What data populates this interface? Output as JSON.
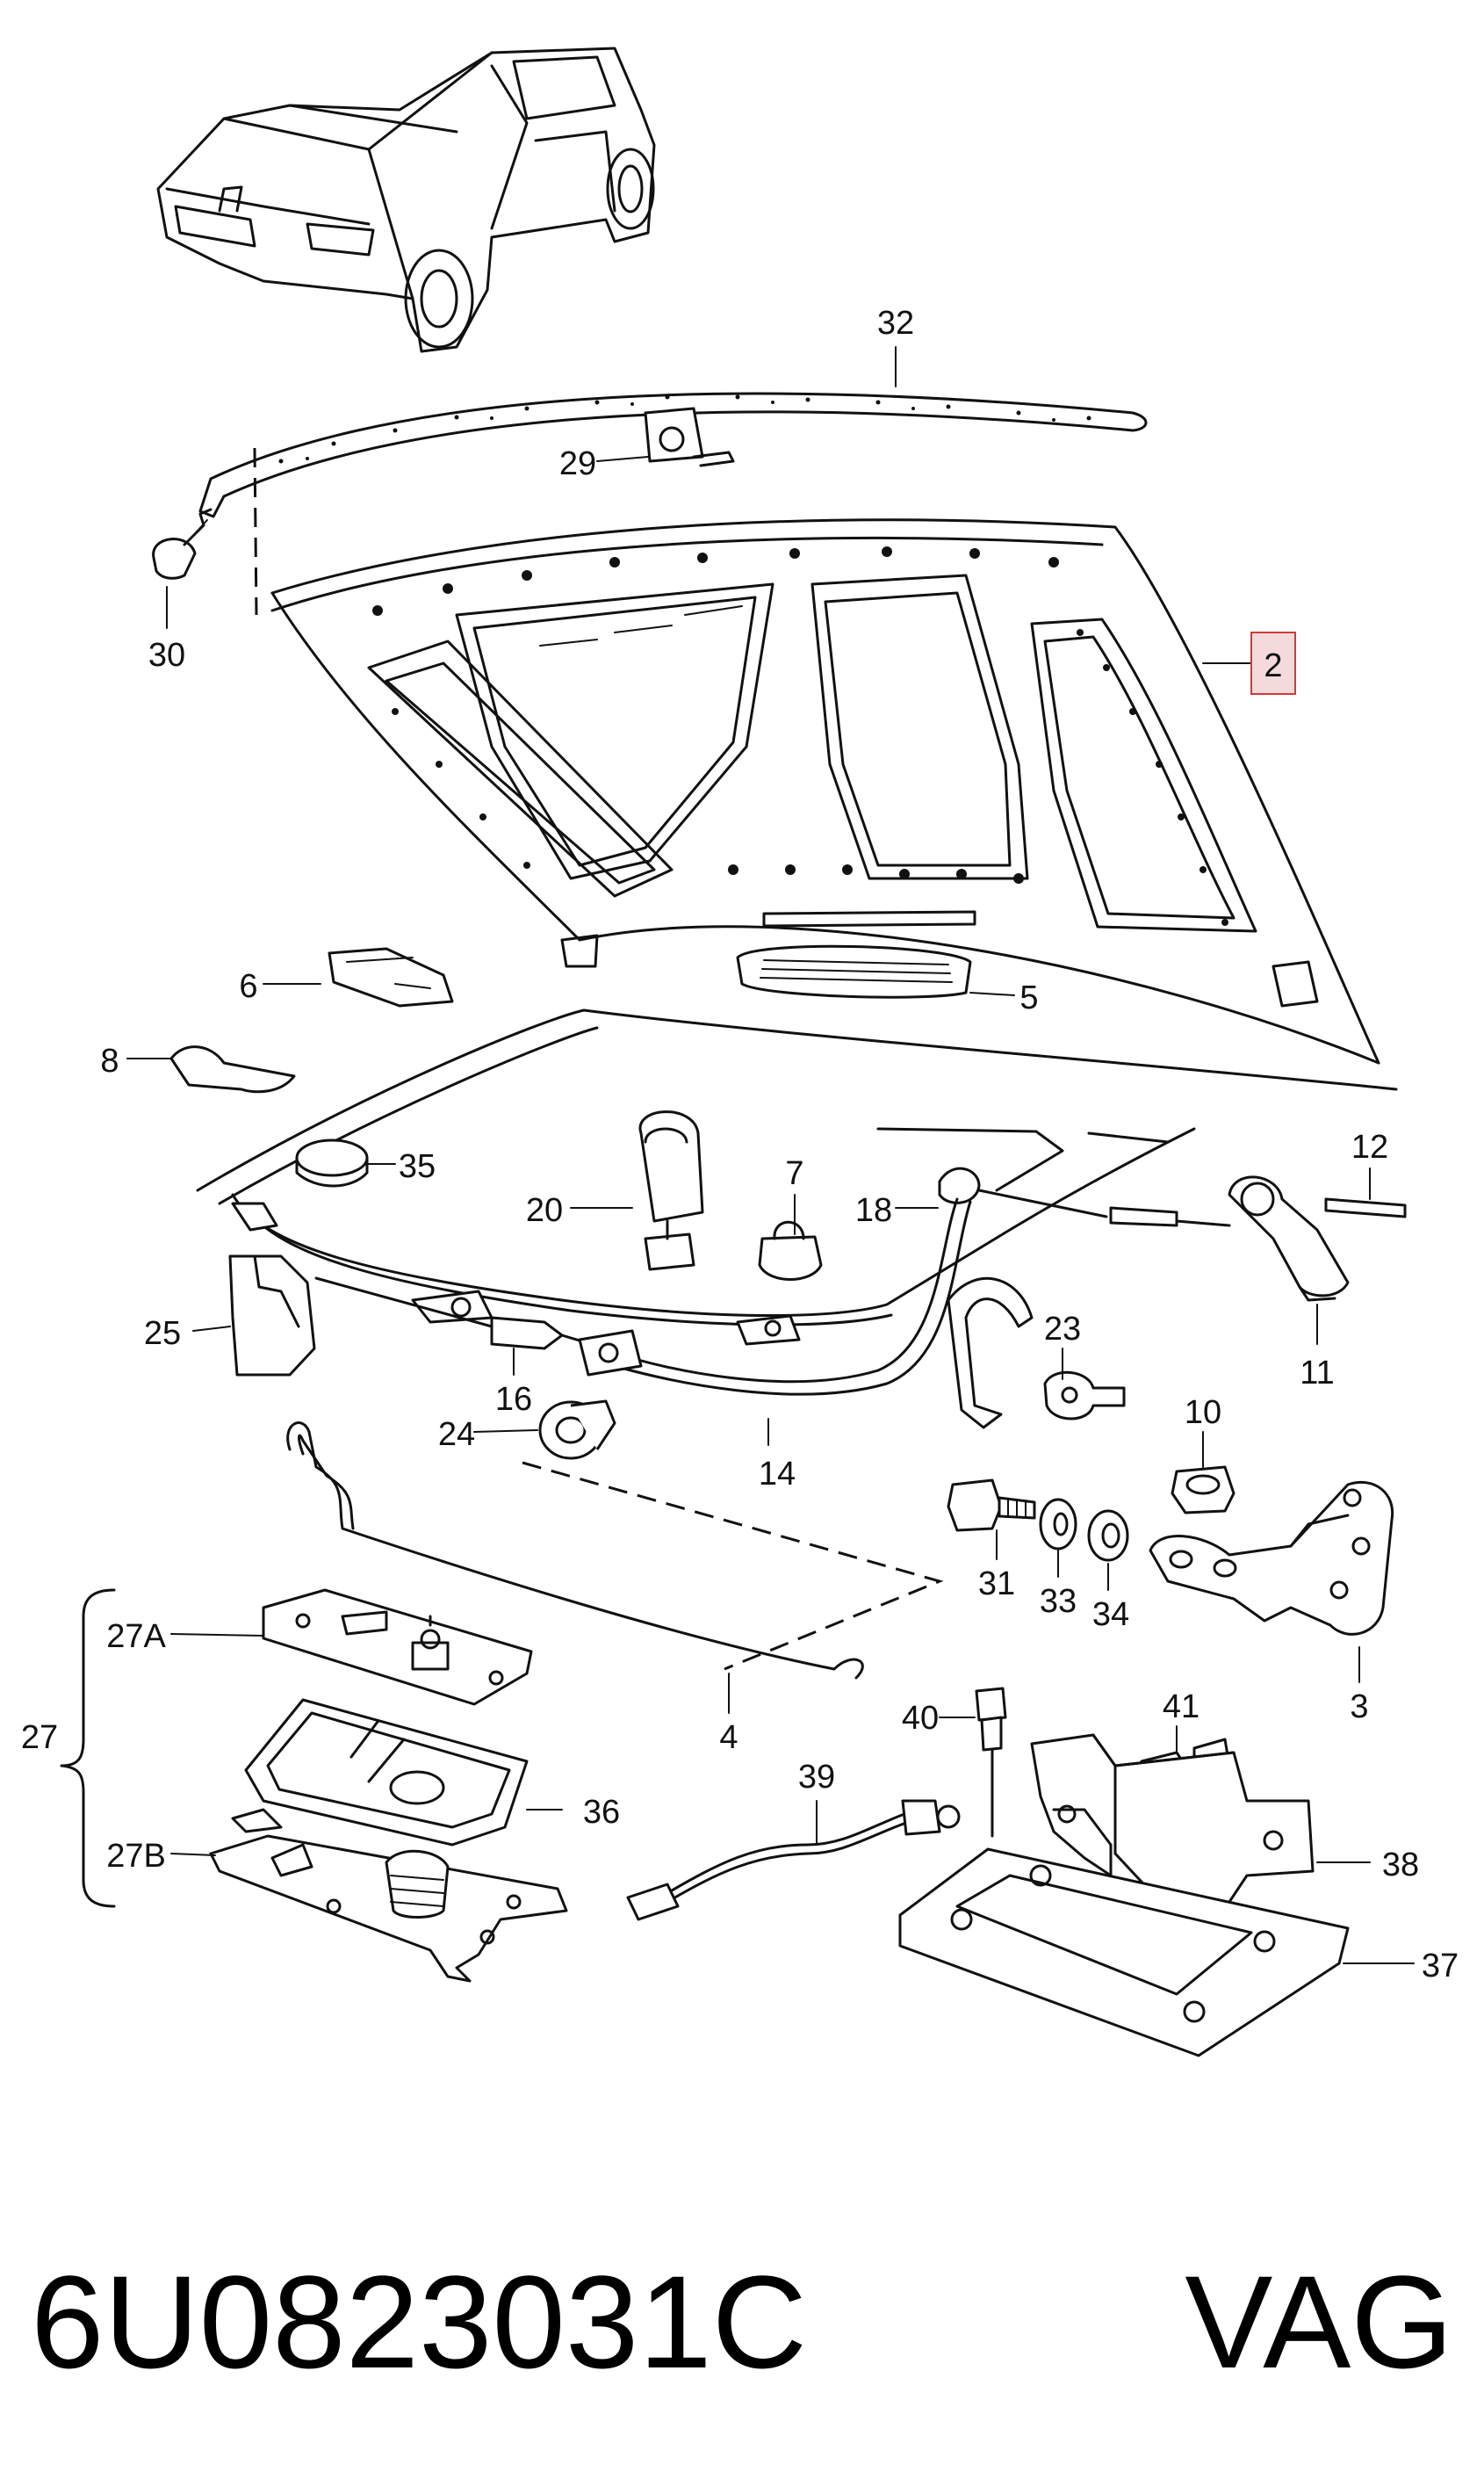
{
  "callouts": [
    {
      "id": "32",
      "text": "32"
    },
    {
      "id": "29",
      "text": "29"
    },
    {
      "id": "30",
      "text": "30"
    },
    {
      "id": "2",
      "text": "2",
      "highlighted": true
    },
    {
      "id": "6",
      "text": "6"
    },
    {
      "id": "5",
      "text": "5"
    },
    {
      "id": "8",
      "text": "8"
    },
    {
      "id": "35",
      "text": "35"
    },
    {
      "id": "20",
      "text": "20"
    },
    {
      "id": "7",
      "text": "7"
    },
    {
      "id": "18",
      "text": "18"
    },
    {
      "id": "12",
      "text": "12"
    },
    {
      "id": "25",
      "text": "25"
    },
    {
      "id": "16",
      "text": "16"
    },
    {
      "id": "11",
      "text": "11"
    },
    {
      "id": "23",
      "text": "23"
    },
    {
      "id": "24",
      "text": "24"
    },
    {
      "id": "14",
      "text": "14"
    },
    {
      "id": "10",
      "text": "10"
    },
    {
      "id": "31",
      "text": "31"
    },
    {
      "id": "33",
      "text": "33"
    },
    {
      "id": "34",
      "text": "34"
    },
    {
      "id": "3",
      "text": "3"
    },
    {
      "id": "27A",
      "text": "27A"
    },
    {
      "id": "27",
      "text": "27"
    },
    {
      "id": "4",
      "text": "4"
    },
    {
      "id": "36",
      "text": "36"
    },
    {
      "id": "39",
      "text": "39"
    },
    {
      "id": "41",
      "text": "41"
    },
    {
      "id": "40",
      "text": "40"
    },
    {
      "id": "38",
      "text": "38"
    },
    {
      "id": "27B",
      "text": "27B"
    },
    {
      "id": "37",
      "text": "37"
    }
  ],
  "caption": {
    "part_number": "6U0823031C",
    "brand": "VAG"
  },
  "colors": {
    "line": "#111111",
    "highlight_fill": "#f4dada",
    "highlight_stroke": "#d13a3a"
  }
}
